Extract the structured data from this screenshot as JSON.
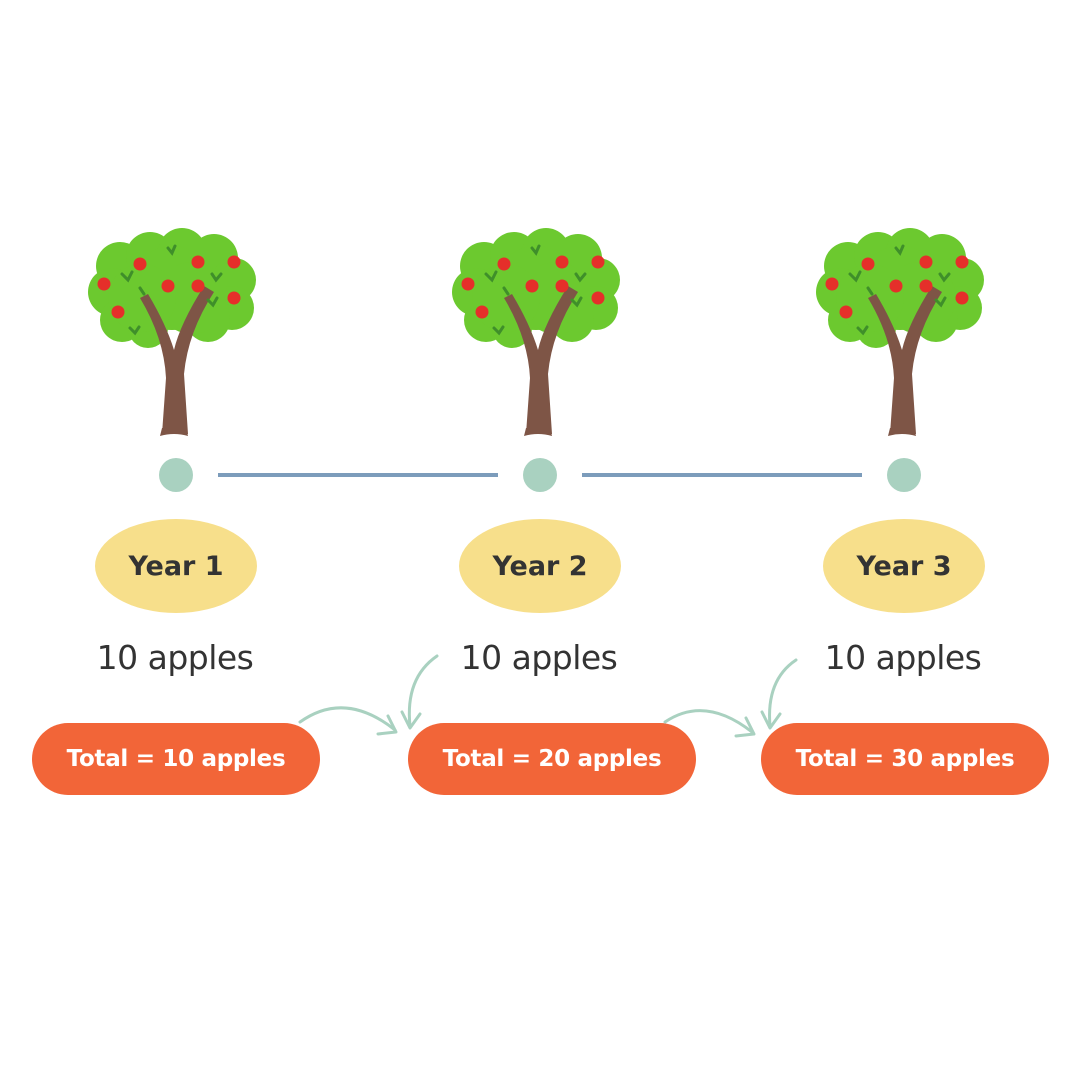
{
  "colors": {
    "tree_canopy": "#6cc92f",
    "tree_trunk": "#7e5546",
    "apple": "#e52f2a",
    "leaf_mark": "#3f8f2a",
    "timeline_node": "#a9d1c0",
    "timeline_line": "#7c9cbb",
    "year_pill": "#f7df8b",
    "total_pill": "#f26538",
    "arrow": "#a9d1c0",
    "text_dark": "#333333",
    "text_light": "#ffffff"
  },
  "years": [
    {
      "label": "Year 1",
      "apples": "10 apples",
      "total": "Total = 10 apples"
    },
    {
      "label": "Year 2",
      "apples": "10 apples",
      "total": "Total = 20 apples"
    },
    {
      "label": "Year 3",
      "apples": "10 apples",
      "total": "Total = 30 apples"
    }
  ]
}
